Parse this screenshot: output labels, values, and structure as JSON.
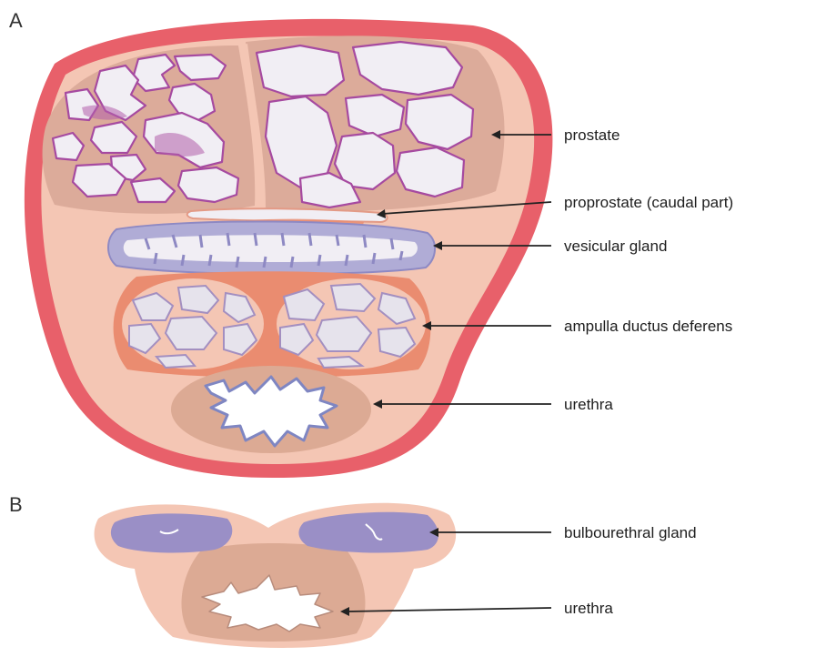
{
  "panels": [
    {
      "letter": "A",
      "labels": [
        "prostate",
        "proprostate (caudal part)",
        "vesicular gland",
        "ampulla ductus deferens",
        "urethra"
      ]
    },
    {
      "letter": "B",
      "labels": [
        "bulbourethral gland",
        "urethra"
      ]
    }
  ],
  "colors": {
    "capsule_red": "#e8606a",
    "tissue_pink": "#f3c4b2",
    "septum_tan": "#deb0a0",
    "prostate_purple": "#a64aa0",
    "lobule_white": "#f1eef4",
    "vesicular_blue": "#a6a3cf",
    "ampulla_orange": "#ea8c70",
    "urethra_tan": "#dcaa94",
    "bulbourethral_violet": "#9a8fc6",
    "arrow": "#222222"
  }
}
